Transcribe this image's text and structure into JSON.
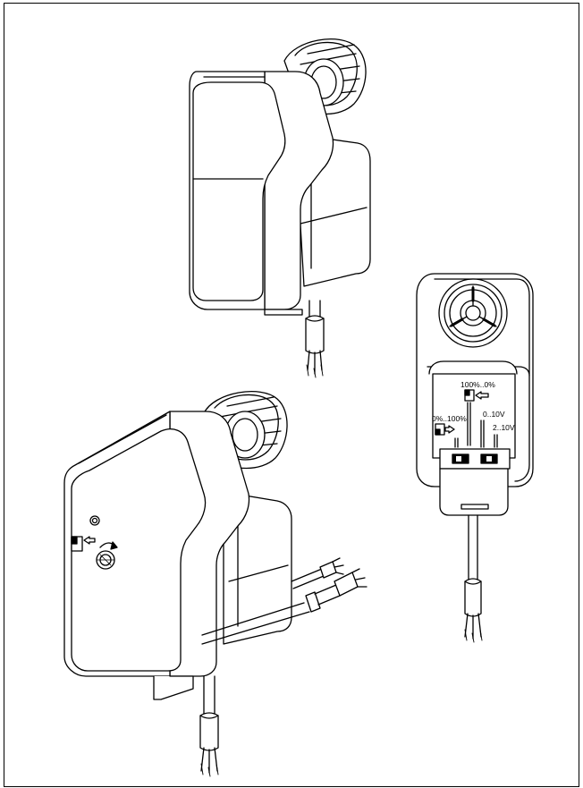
{
  "figure": {
    "labels": {
      "range_100_0": "100%..0%",
      "range_0_100": "0%..100%",
      "signal_0_10": "0..10V",
      "signal_2_10": "2..10V"
    },
    "colors": {
      "line": "#000000",
      "fill": "#ffffff"
    },
    "icons": [
      "dip-switch-icon",
      "arrow-left-icon",
      "arrow-right-icon",
      "rotation-arrow-icon",
      "adjustment-knob-icon"
    ]
  }
}
